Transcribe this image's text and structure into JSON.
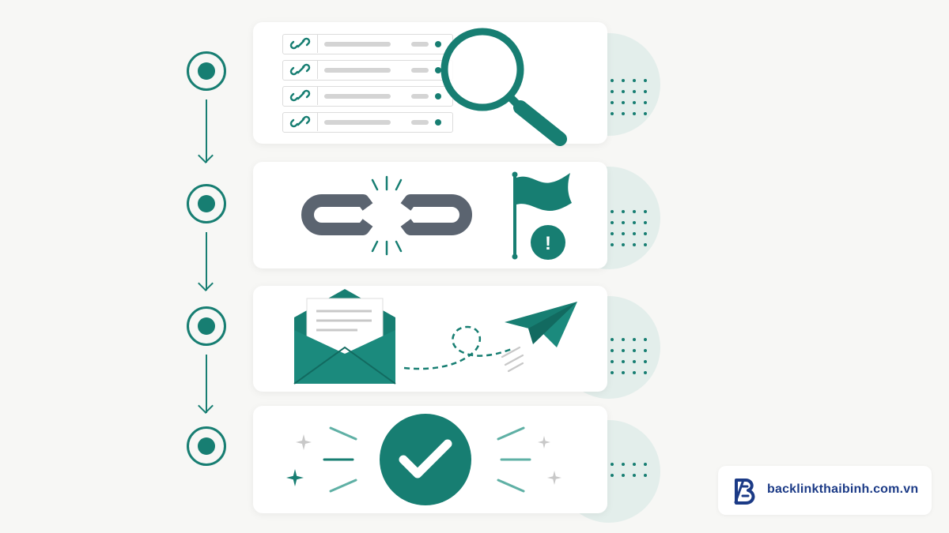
{
  "brand": {
    "site_name": "backlinkthaibinh.com.vn",
    "logo": "bb-monogram-logo"
  },
  "steps": [
    {
      "name": "audit-links",
      "icons": [
        "link-icon",
        "magnifying-glass-icon"
      ]
    },
    {
      "name": "find-broken-links",
      "icons": [
        "broken-chain-icon",
        "flag-icon",
        "exclamation-icon"
      ]
    },
    {
      "name": "outreach",
      "icons": [
        "envelope-icon",
        "paper-plane-icon"
      ]
    },
    {
      "name": "success",
      "icons": [
        "checkmark-icon",
        "sparkle-icon"
      ]
    }
  ],
  "colors": {
    "accent": "#177e72",
    "chain": "#5b6470",
    "brand_text": "#1b3a86",
    "background": "#f7f7f5"
  },
  "flag_badge": "!"
}
